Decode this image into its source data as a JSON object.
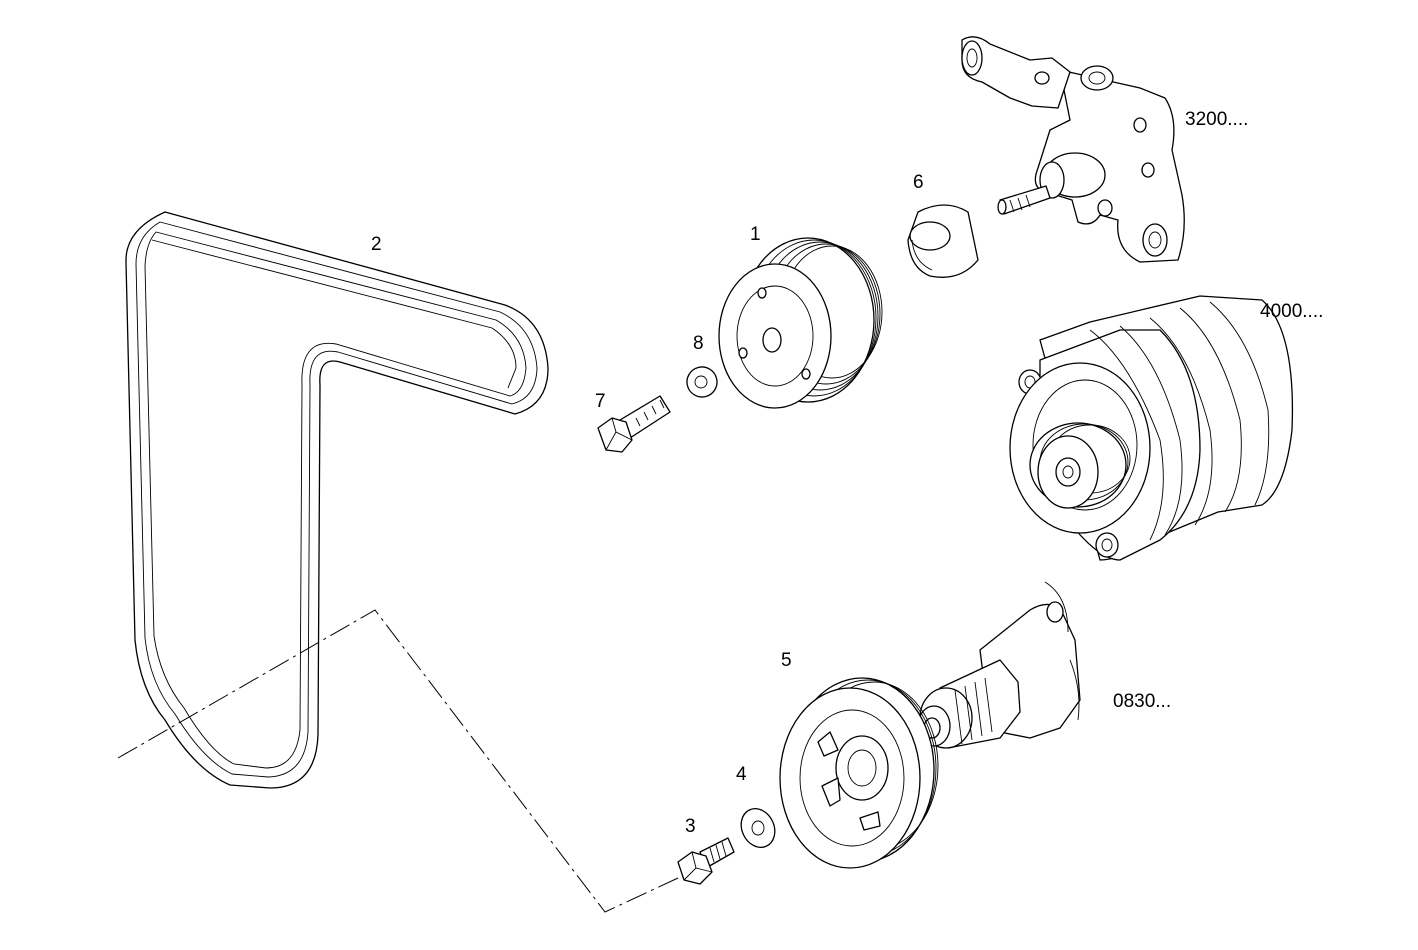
{
  "callouts": {
    "belt": "2",
    "pulley": "1",
    "washer_upper": "8",
    "bolt_upper": "7",
    "cap": "6",
    "crank_pulley": "5",
    "washer_lower": "4",
    "bolt_lower": "3",
    "water_pump_ref": "3200....",
    "alternator_ref": "4000....",
    "crankshaft_ref": "0830..."
  }
}
